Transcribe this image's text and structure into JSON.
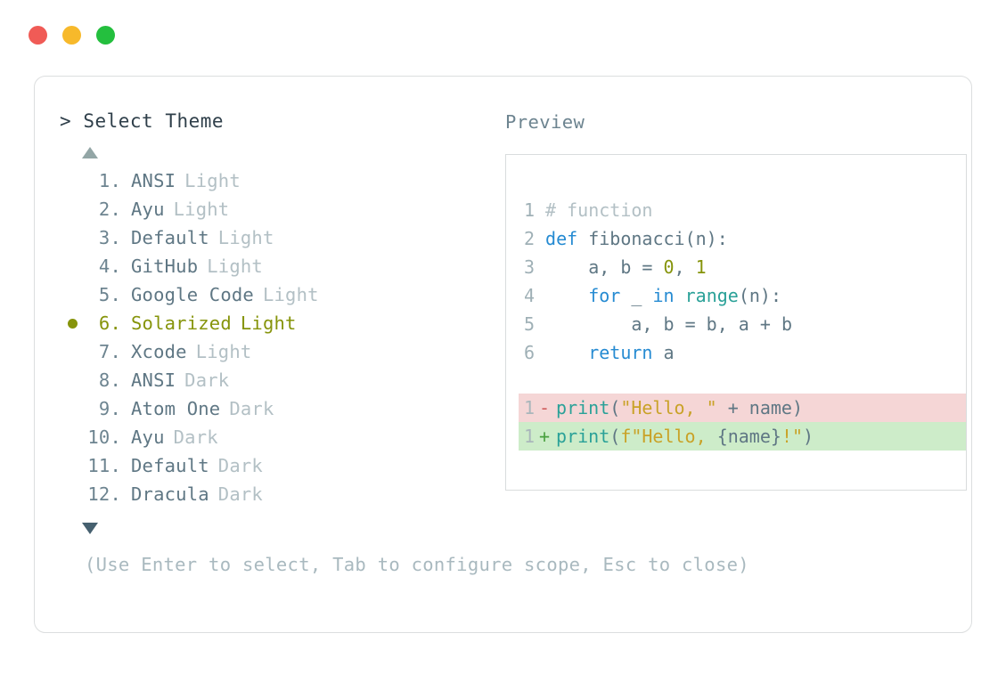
{
  "window": {
    "dots": [
      {
        "name": "close-dot",
        "color": "#f05b56"
      },
      {
        "name": "minimize-dot",
        "color": "#f7b92b"
      },
      {
        "name": "maximize-dot",
        "color": "#24bf3e"
      }
    ]
  },
  "selector": {
    "prompt_caret": ">",
    "title": "Select Theme",
    "scroll_up_icon": "triangle-up",
    "scroll_down_icon": "triangle-down",
    "selected_index": 6,
    "items": [
      {
        "index": "1.",
        "name": "ANSI",
        "variant": "Light",
        "selected": false
      },
      {
        "index": "2.",
        "name": "Ayu",
        "variant": "Light",
        "selected": false
      },
      {
        "index": "3.",
        "name": "Default",
        "variant": "Light",
        "selected": false
      },
      {
        "index": "4.",
        "name": "GitHub",
        "variant": "Light",
        "selected": false
      },
      {
        "index": "5.",
        "name": "Google Code",
        "variant": "Light",
        "selected": false
      },
      {
        "index": "6.",
        "name": "Solarized",
        "variant": "Light",
        "selected": true
      },
      {
        "index": "7.",
        "name": "Xcode",
        "variant": "Light",
        "selected": false
      },
      {
        "index": "8.",
        "name": "ANSI",
        "variant": "Dark",
        "selected": false
      },
      {
        "index": "9.",
        "name": "Atom One",
        "variant": "Dark",
        "selected": false
      },
      {
        "index": "10.",
        "name": "Ayu",
        "variant": "Dark",
        "selected": false
      },
      {
        "index": "11.",
        "name": "Default",
        "variant": "Dark",
        "selected": false
      },
      {
        "index": "12.",
        "name": "Dracula",
        "variant": "Dark",
        "selected": false
      }
    ]
  },
  "preview": {
    "label": "Preview",
    "code": {
      "lines": [
        {
          "num": "1",
          "tokens": [
            {
              "t": " # function",
              "c": "comment"
            }
          ]
        },
        {
          "num": "2",
          "tokens": [
            {
              "t": " ",
              "c": "plain"
            },
            {
              "t": "def",
              "c": "kw"
            },
            {
              "t": " fibonacci(n):",
              "c": "fn"
            }
          ]
        },
        {
          "num": "3",
          "tokens": [
            {
              "t": "     a, b = ",
              "c": "plain"
            },
            {
              "t": "0",
              "c": "num"
            },
            {
              "t": ", ",
              "c": "plain"
            },
            {
              "t": "1",
              "c": "num"
            }
          ]
        },
        {
          "num": "4",
          "tokens": [
            {
              "t": "     ",
              "c": "plain"
            },
            {
              "t": "for",
              "c": "kw"
            },
            {
              "t": " _ ",
              "c": "plain"
            },
            {
              "t": "in",
              "c": "kw"
            },
            {
              "t": " ",
              "c": "plain"
            },
            {
              "t": "range",
              "c": "builtin"
            },
            {
              "t": "(n):",
              "c": "plain"
            }
          ]
        },
        {
          "num": "5",
          "tokens": [
            {
              "t": "         a, b = b, a + b",
              "c": "plain"
            }
          ]
        },
        {
          "num": "6",
          "tokens": [
            {
              "t": "     ",
              "c": "plain"
            },
            {
              "t": "return",
              "c": "kw"
            },
            {
              "t": " a",
              "c": "plain"
            }
          ]
        }
      ],
      "diff": [
        {
          "num": "1",
          "sign": "-",
          "kind": "del",
          "tokens": [
            {
              "t": "print",
              "c": "func"
            },
            {
              "t": "(",
              "c": "plain"
            },
            {
              "t": "\"Hello, \"",
              "c": "str"
            },
            {
              "t": " + name)",
              "c": "plain"
            }
          ]
        },
        {
          "num": "1",
          "sign": "+",
          "kind": "add",
          "tokens": [
            {
              "t": "print",
              "c": "func"
            },
            {
              "t": "(",
              "c": "plain"
            },
            {
              "t": "f\"Hello, ",
              "c": "str"
            },
            {
              "t": "{name}",
              "c": "plain"
            },
            {
              "t": "!\"",
              "c": "str"
            },
            {
              "t": ")",
              "c": "plain"
            }
          ]
        }
      ]
    }
  },
  "footer": {
    "hint": "(Use Enter to select, Tab to configure scope, Esc to close)"
  },
  "colors": {
    "accent_selected": "#86940b",
    "keyword": "#268bd2",
    "builtin": "#2aa198",
    "string": "#c9a227",
    "number": "#86940b",
    "comment": "#b3c0c5",
    "diff_del_bg": "#f5d6d6",
    "diff_add_bg": "#cdecc9",
    "text_primary": "#5f7784",
    "text_muted": "#b3c0c5"
  }
}
